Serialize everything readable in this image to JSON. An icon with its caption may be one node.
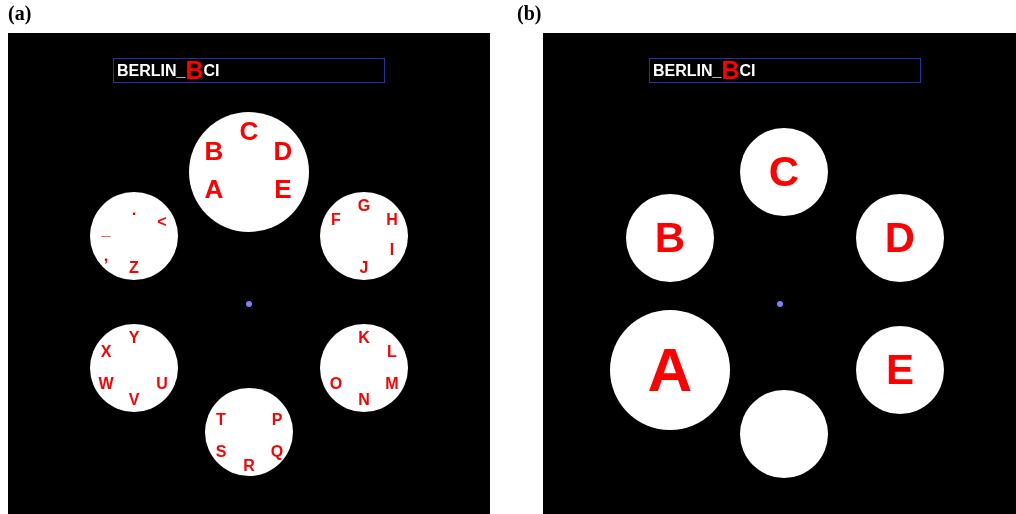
{
  "diagram": {
    "nodes": [
      {
        "text": [],
        "shape": "box"
      },
      {
        "text": [
          "BERLIN_**B**CI"
        ],
        "in": 0
      },
      {
        "text": [
          "A",
          "B",
          "C",
          "D",
          "E"
        ],
        "in": 0
      },
      {
        "text": [
          "Z",
          ",",
          "_",
          ".",
          "<"
        ],
        "in": 0
      },
      {
        "text": [
          "F",
          "G",
          "H",
          "I",
          "J"
        ],
        "in": 0
      },
      {
        "text": [
          "U",
          "V",
          "W",
          "X",
          "Y"
        ],
        "in": 0
      },
      {
        "text": [
          "K",
          "L",
          "M",
          "N",
          "O"
        ],
        "in": 0
      },
      {
        "text": [
          "P",
          "Q",
          "R",
          "S",
          "T"
        ],
        "in": 0
      },
      {
        "text": [],
        "shape": "box"
      },
      {
        "text": [
          "BERLIN_**B**CI"
        ],
        "in": 8
      },
      {
        "text": [
          "C"
        ],
        "in": 8
      },
      {
        "text": [
          "B"
        ],
        "in": 8
      },
      {
        "text": [
          "D"
        ],
        "in": 8
      },
      {
        "text": [
          "A"
        ],
        "in": 8
      },
      {
        "text": [
          "E"
        ],
        "in": 8
      },
      {
        "text": [],
        "shape": "circle",
        "in": 8
      }
    ],
    "labels": [
      "(a)",
      "(b)"
    ]
  }
}
